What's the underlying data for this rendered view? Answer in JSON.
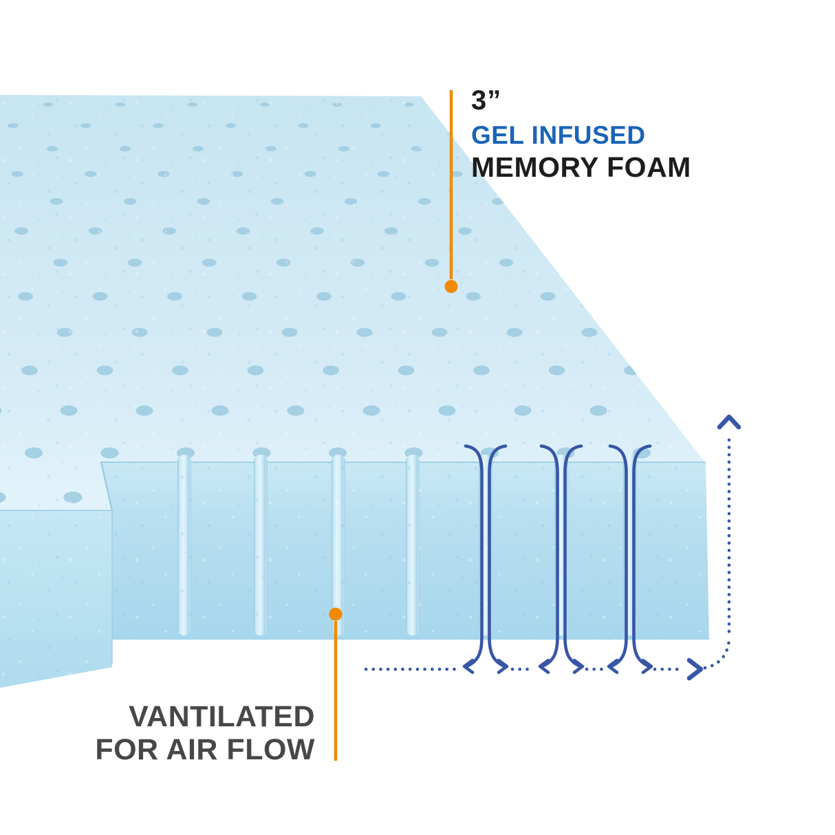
{
  "illustration": {
    "subject": "Gel infused memory foam mattress topper with ventilation channels",
    "top_callout": {
      "thickness": "3”",
      "material_line1": "GEL INFUSED",
      "material_line2": "MEMORY FOAM"
    },
    "bottom_callout": {
      "line1": "VANTILATED",
      "line2": "FOR AIR FLOW"
    }
  },
  "icons": {
    "callout_marker": "orange-line-with-dot",
    "airflow_channel": "double-curved-lines-with-arrowheads",
    "airflow_loop": "dotted-path-chevron-right-then-chevron-up"
  },
  "colors": {
    "accent_orange": "#F18A00",
    "material_blue": "#1A64B7",
    "text_dark": "#1D1D1F",
    "feature_gray": "#474747",
    "airflow_blue": "#3856A6",
    "foam_top": "#CBE7F4",
    "foam_top_light": "#E3F3FB",
    "foam_face": "#AFDAEE",
    "foam_groove_light": "#E3F4FB",
    "foam_side": "#BCE1F0",
    "foam_hole": "#A2CEE1"
  }
}
